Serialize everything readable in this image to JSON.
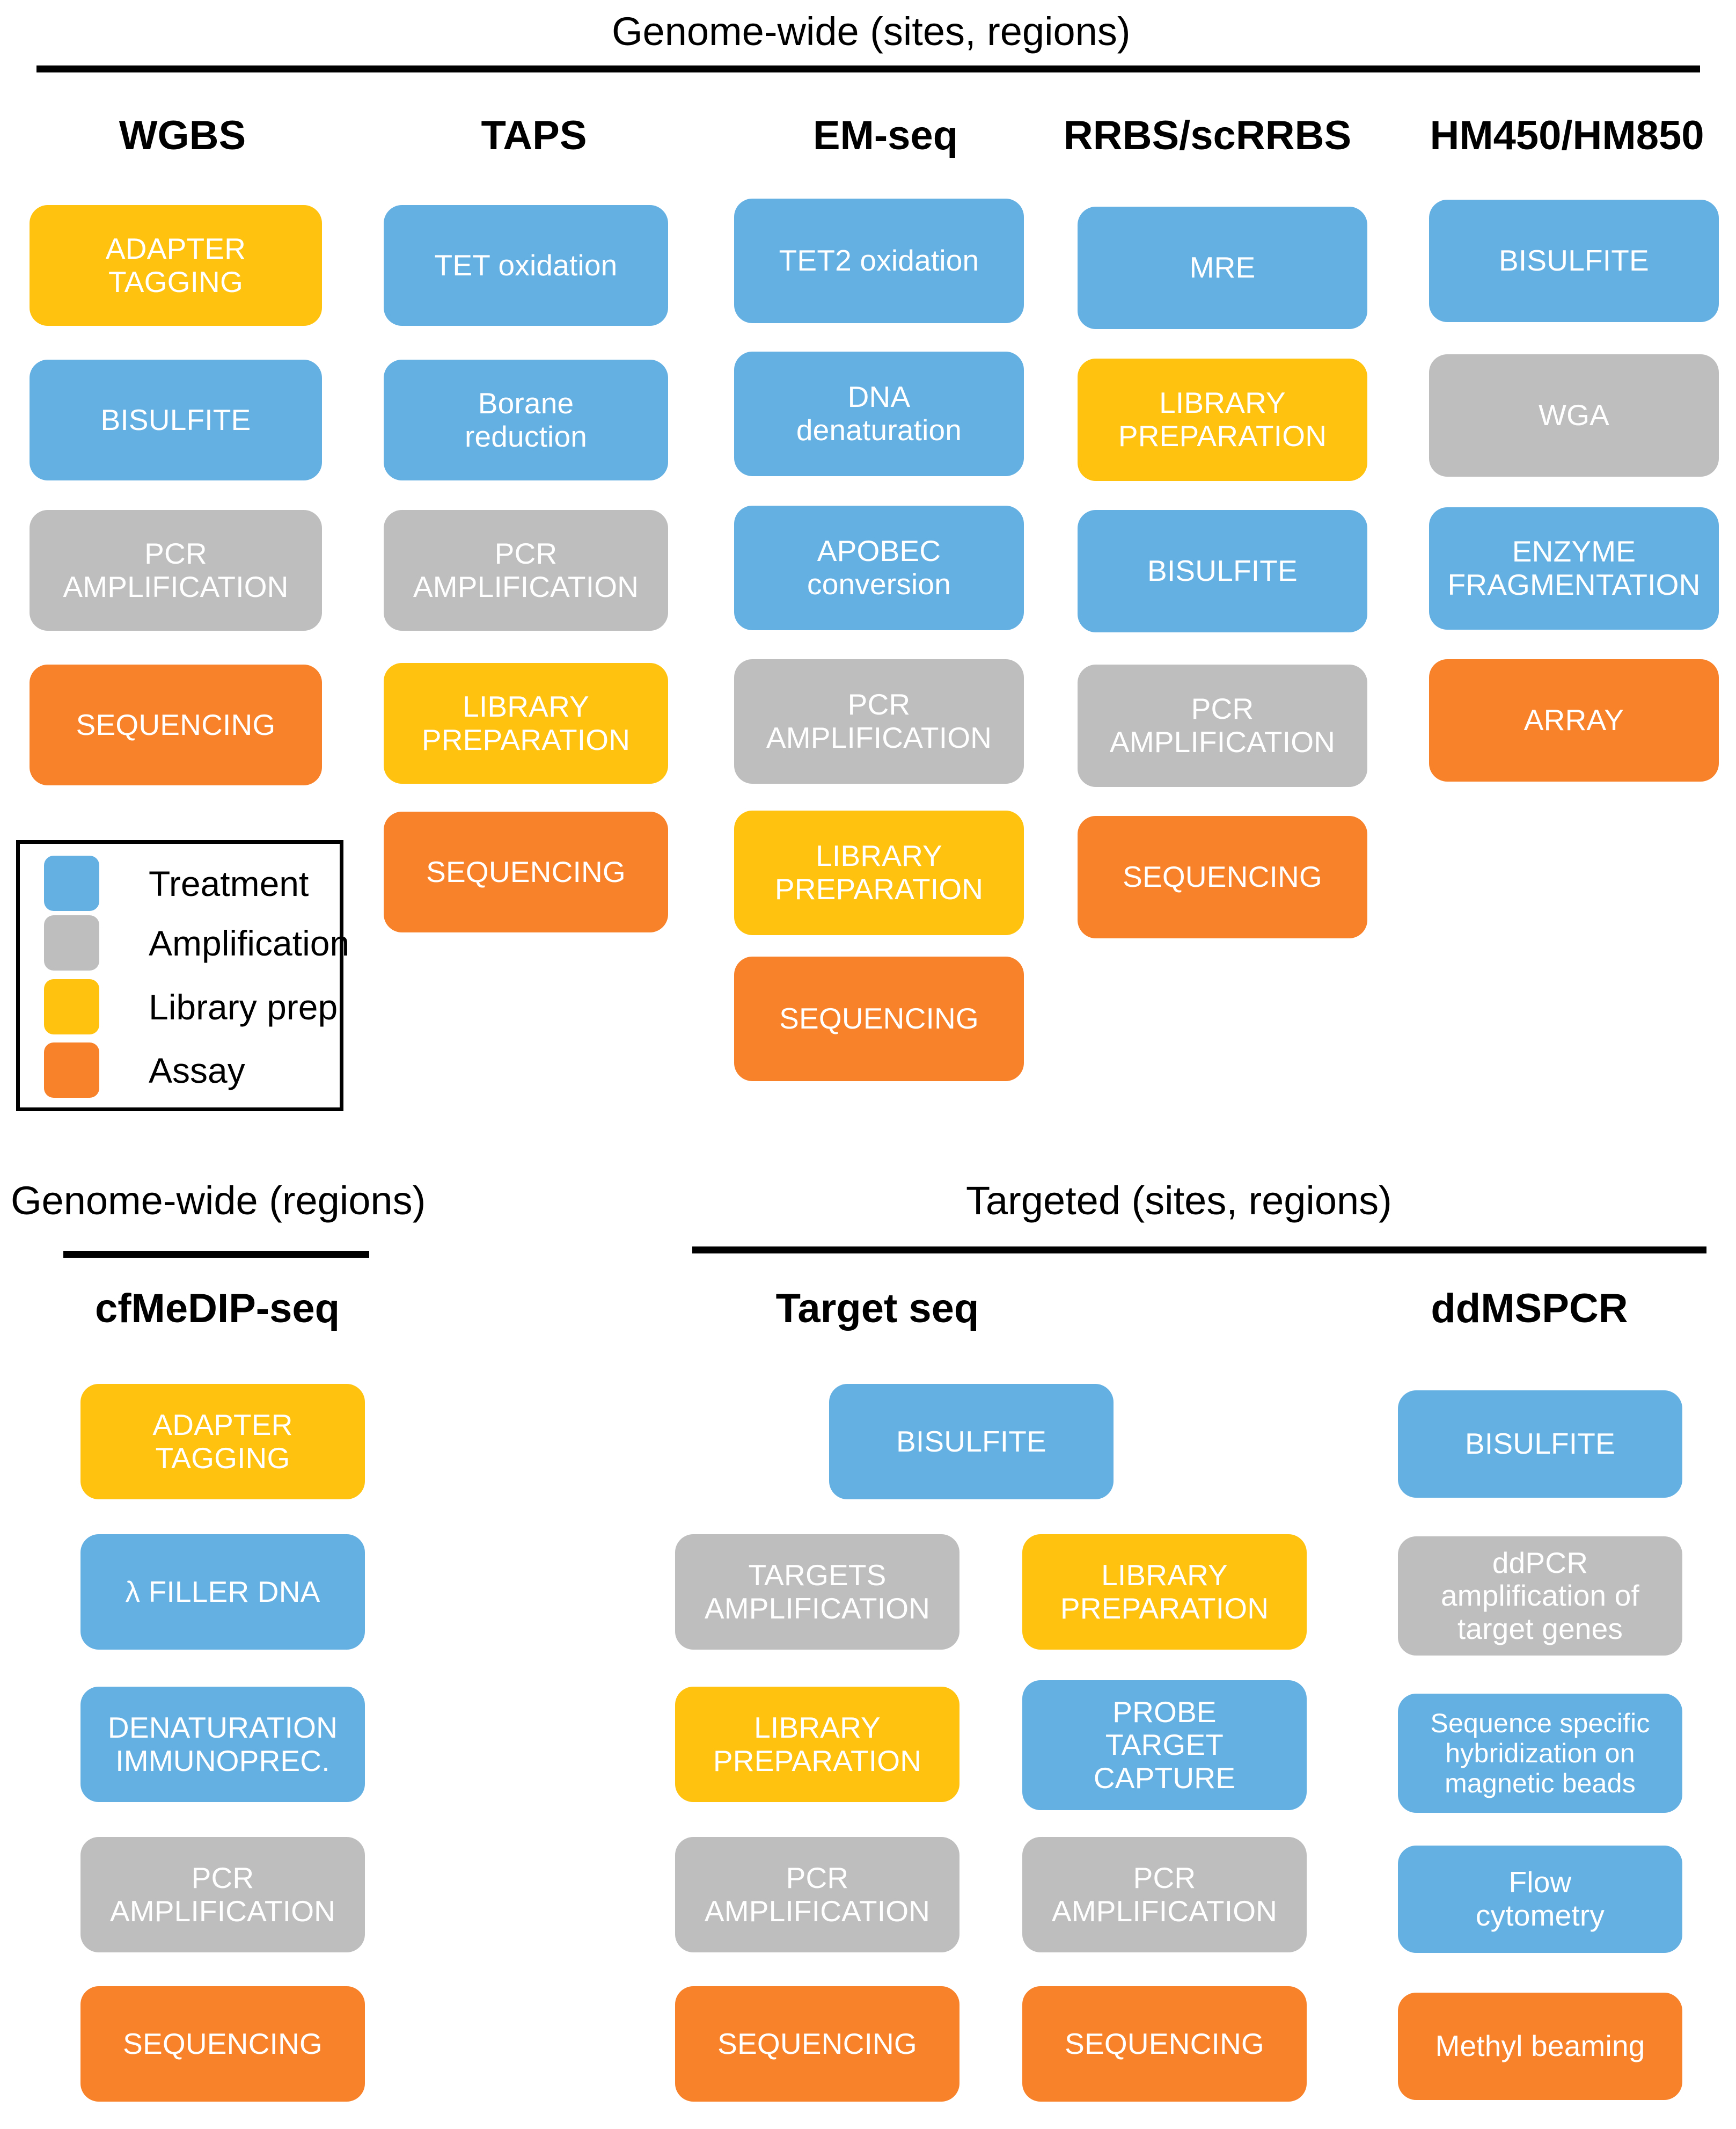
{
  "sections": {
    "genome_wide_sites_regions": {
      "title": "Genome-wide (sites, regions)"
    },
    "genome_wide_regions": {
      "title": "Genome-wide (regions)"
    },
    "targeted_sites_regions": {
      "title": "Targeted (sites, regions)"
    }
  },
  "legend": {
    "items": [
      {
        "label": "Treatment",
        "color": "#64B0E3",
        "key": "treatment"
      },
      {
        "label": "Amplification",
        "color": "#BEBEBE",
        "key": "amplification"
      },
      {
        "label": "Library prep",
        "color": "#FFC20E",
        "key": "library"
      },
      {
        "label": "Assay",
        "color": "#F8822A",
        "key": "assay"
      }
    ]
  },
  "columns": {
    "wgbs": {
      "title": "WGBS",
      "steps": [
        {
          "label": "ADAPTER\nTAGGING",
          "category": "library"
        },
        {
          "label": "BISULFITE",
          "category": "treatment"
        },
        {
          "label": "PCR\nAMPLIFICATION",
          "category": "amplification"
        },
        {
          "label": "SEQUENCING",
          "category": "assay"
        }
      ]
    },
    "taps": {
      "title": "TAPS",
      "steps": [
        {
          "label": "TET oxidation",
          "category": "treatment"
        },
        {
          "label": "Borane\nreduction",
          "category": "treatment"
        },
        {
          "label": "PCR\nAMPLIFICATION",
          "category": "amplification"
        },
        {
          "label": "LIBRARY\nPREPARATION",
          "category": "library"
        },
        {
          "label": "SEQUENCING",
          "category": "assay"
        }
      ]
    },
    "emseq": {
      "title": "EM-seq",
      "steps": [
        {
          "label": "TET2 oxidation",
          "category": "treatment"
        },
        {
          "label": "DNA\ndenaturation",
          "category": "treatment"
        },
        {
          "label": "APOBEC\nconversion",
          "category": "treatment"
        },
        {
          "label": "PCR\nAMPLIFICATION",
          "category": "amplification"
        },
        {
          "label": "LIBRARY\nPREPARATION",
          "category": "library"
        },
        {
          "label": "SEQUENCING",
          "category": "assay"
        }
      ]
    },
    "rrbs": {
      "title": "RRBS/scRRBS",
      "steps": [
        {
          "label": "MRE",
          "category": "treatment"
        },
        {
          "label": "LIBRARY\nPREPARATION",
          "category": "library"
        },
        {
          "label": "BISULFITE",
          "category": "treatment"
        },
        {
          "label": "PCR\nAMPLIFICATION",
          "category": "amplification"
        },
        {
          "label": "SEQUENCING",
          "category": "assay"
        }
      ]
    },
    "hm450": {
      "title": "HM450/HM850",
      "steps": [
        {
          "label": "BISULFITE",
          "category": "treatment"
        },
        {
          "label": "WGA",
          "category": "amplification"
        },
        {
          "label": "ENZYME\nFRAGMENTATION",
          "category": "treatment"
        },
        {
          "label": "ARRAY",
          "category": "assay"
        }
      ]
    },
    "cfmedip": {
      "title": "cfMeDIP-seq",
      "steps": [
        {
          "label": "ADAPTER\nTAGGING",
          "category": "library"
        },
        {
          "label": "λ FILLER DNA",
          "category": "treatment"
        },
        {
          "label": "DENATURATION\nIMMUNOPREC.",
          "category": "treatment"
        },
        {
          "label": "PCR\nAMPLIFICATION",
          "category": "amplification"
        },
        {
          "label": "SEQUENCING",
          "category": "assay"
        }
      ]
    },
    "target_seq": {
      "title": "Target seq",
      "shared_step": {
        "label": "BISULFITE",
        "category": "treatment"
      },
      "branch_left": [
        {
          "label": "TARGETS\nAMPLIFICATION",
          "category": "amplification"
        },
        {
          "label": "LIBRARY\nPREPARATION",
          "category": "library"
        },
        {
          "label": "PCR\nAMPLIFICATION",
          "category": "amplification"
        },
        {
          "label": "SEQUENCING",
          "category": "assay"
        }
      ],
      "branch_right": [
        {
          "label": "LIBRARY\nPREPARATION",
          "category": "library"
        },
        {
          "label": "PROBE\nTARGET\nCAPTURE",
          "category": "treatment"
        },
        {
          "label": "PCR\nAMPLIFICATION",
          "category": "amplification"
        },
        {
          "label": "SEQUENCING",
          "category": "assay"
        }
      ]
    },
    "ddmspcr": {
      "title": "ddMSPCR",
      "steps": [
        {
          "label": "BISULFITE",
          "category": "treatment"
        },
        {
          "label": "ddPCR\namplification of\ntarget genes",
          "category": "amplification"
        },
        {
          "label": "Sequence specific\nhybridization on\nmagnetic beads",
          "category": "treatment"
        },
        {
          "label": "Flow\ncytometry",
          "category": "treatment"
        },
        {
          "label": "Methyl beaming",
          "category": "assay"
        }
      ]
    }
  }
}
